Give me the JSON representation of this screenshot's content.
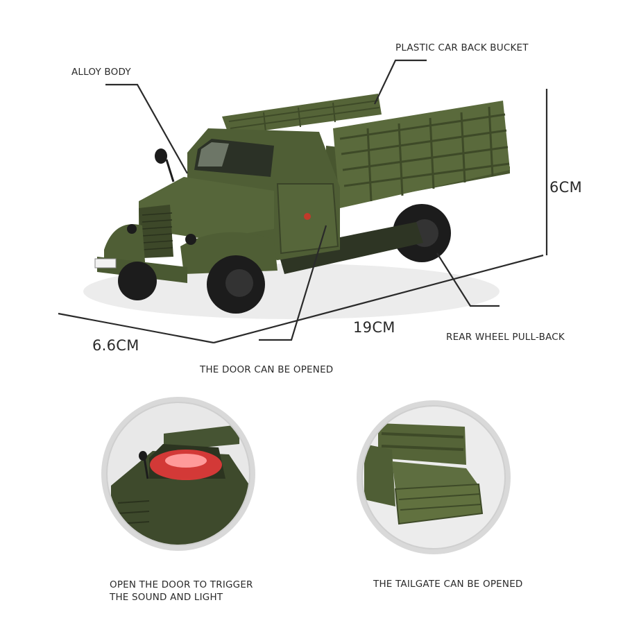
{
  "callouts": {
    "alloy_body": "ALLOY BODY",
    "plastic_bucket": "PLASTIC CAR BACK BUCKET",
    "door_opened": "THE DOOR CAN BE OPENED",
    "rear_wheel": "REAR WHEEL PULL-BACK",
    "sound_light_line1": "OPEN THE DOOR TO TRIGGER",
    "sound_light_line2": "THE SOUND AND LIGHT",
    "tailgate": "THE TAILGATE CAN BE OPENED"
  },
  "dimensions": {
    "height": "6CM",
    "length": "19CM",
    "width": "6.6CM"
  },
  "colors": {
    "truck_green": "#4f5e35",
    "truck_dark": "#36412a",
    "light_red": "#e63a3a",
    "line": "#2a2a2a"
  }
}
